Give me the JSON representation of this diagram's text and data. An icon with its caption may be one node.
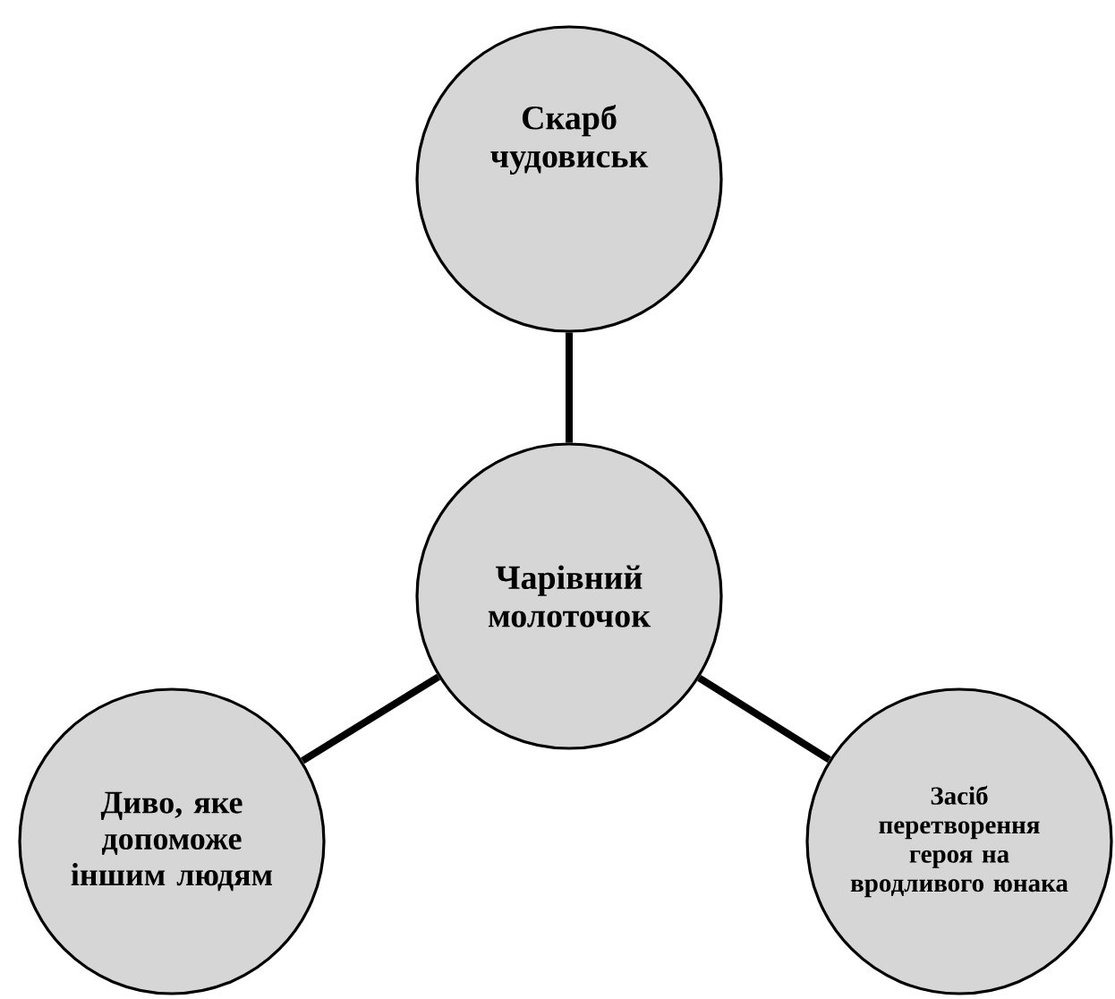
{
  "diagram": {
    "nodes": [
      {
        "text": [
          "Скарб чудовиськ"
        ]
      },
      {
        "text": [
          "Чарівний молоточок"
        ]
      },
      {
        "text": [
          "Диво, яке допоможе іншим людям"
        ]
      },
      {
        "text": [
          "Засіб перетворення героя на вродливого юнака"
        ]
      }
    ],
    "edges": [
      {
        "from": 1,
        "to": 0,
        "arrow": "none"
      },
      {
        "from": 1,
        "to": 2,
        "arrow": "none"
      },
      {
        "from": 1,
        "to": 3,
        "arrow": "none"
      }
    ]
  }
}
